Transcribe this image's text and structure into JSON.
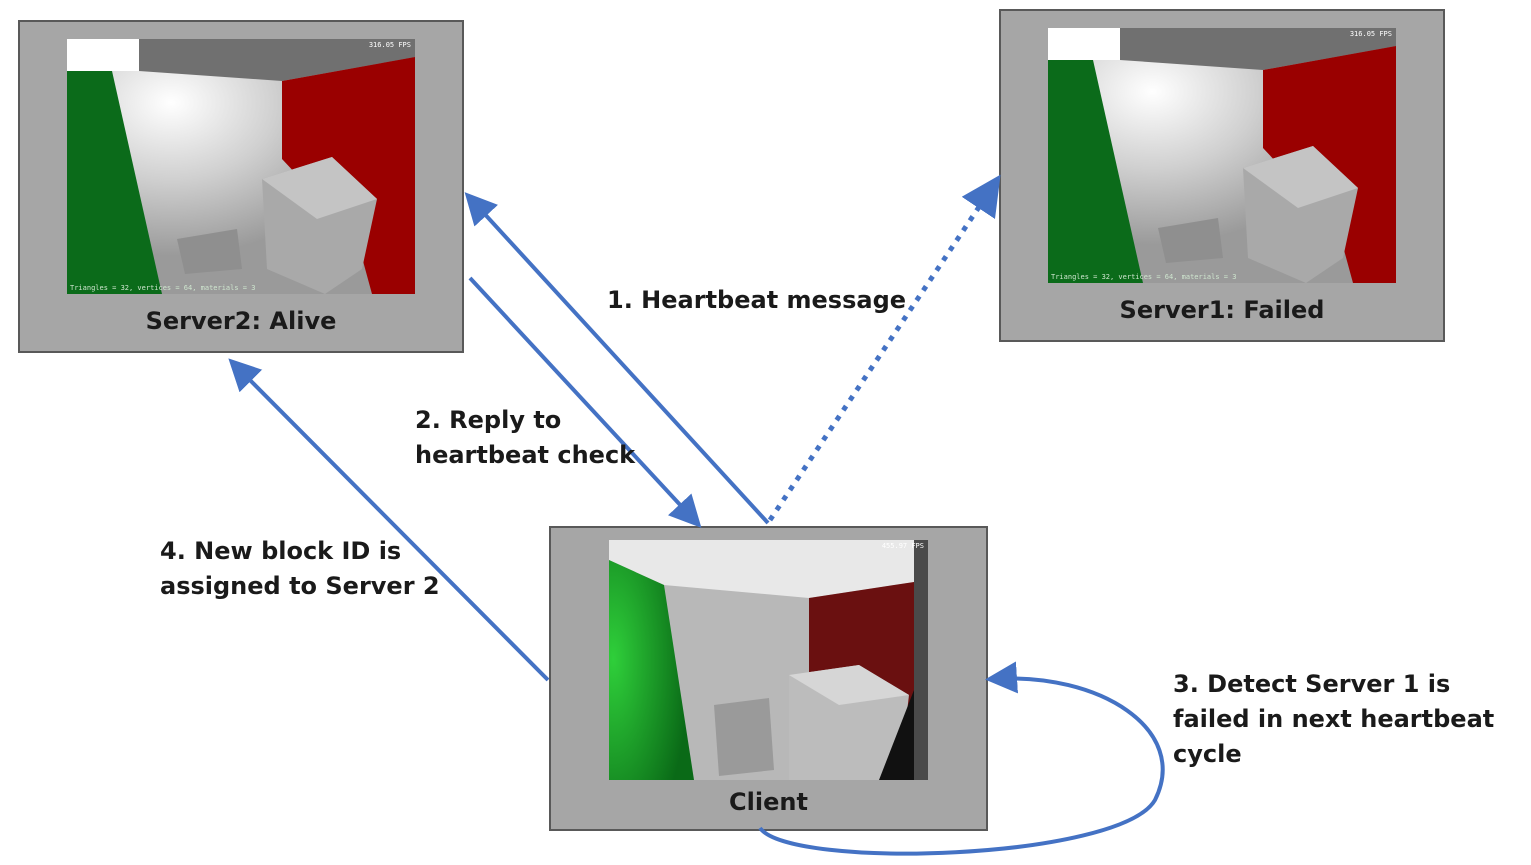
{
  "nodes": {
    "server2": {
      "label": "Server2: Alive",
      "fps": "316.05 FPS",
      "stats": "Triangles = 32, vertices = 64, materials = 3"
    },
    "server1": {
      "label": "Server1: Failed",
      "fps": "316.05 FPS",
      "stats": "Triangles = 32, vertices = 64, materials = 3"
    },
    "client": {
      "label": "Client",
      "fps": "455.97 FPS"
    }
  },
  "edges": {
    "heartbeat": "1. Heartbeat message",
    "reply_line1": "2. Reply to",
    "reply_line2": "heartbeat check",
    "detect_line1": "3. Detect Server 1 is",
    "detect_line2": "failed in next heartbeat",
    "detect_line3": "cycle",
    "assign_line1": "4. New block ID is",
    "assign_line2": "assigned to Server 2"
  },
  "colors": {
    "arrow": "#4472c4",
    "box_fill": "#a6a6a6",
    "box_border": "#595959",
    "wall_green": "#0b6b1a",
    "wall_red": "#9a0000"
  }
}
